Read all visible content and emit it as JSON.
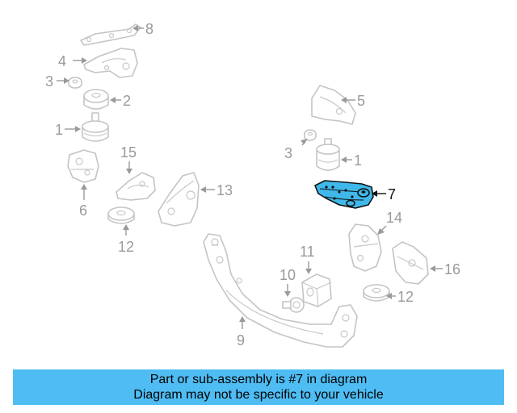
{
  "diagram": {
    "callouts": {
      "c8": "8",
      "c4": "4",
      "c3_left": "3",
      "c2": "2",
      "c1_left": "1",
      "c6": "6",
      "c15": "15",
      "c12_left": "12",
      "c13": "13",
      "c5": "5",
      "c3_right": "3",
      "c1_right": "1",
      "c7": "7",
      "c14": "14",
      "c16": "16",
      "c12_right": "12",
      "c11": "11",
      "c10": "10",
      "c9": "9"
    },
    "highlight_color": "#3fb8ea"
  },
  "footer": {
    "line1": "Part or sub-assembly is #7 in diagram",
    "line2": "Diagram may not be specific to your vehicle",
    "background": "#4fbdf4"
  }
}
